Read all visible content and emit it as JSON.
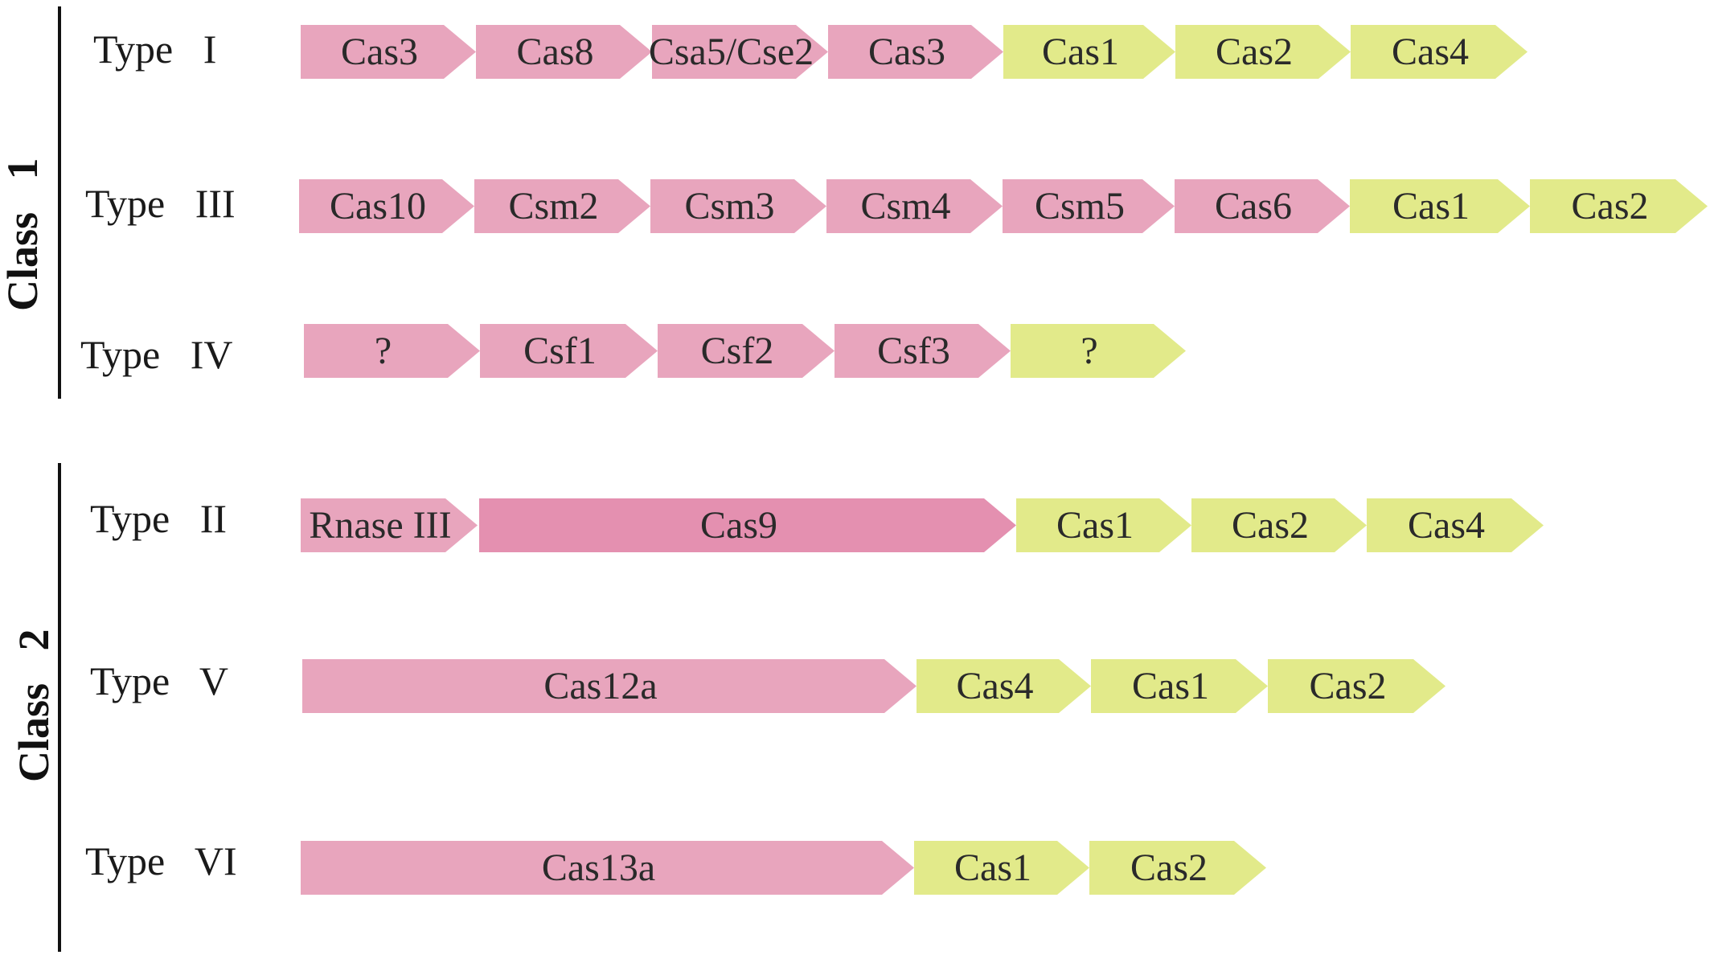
{
  "colors": {
    "effector": "#e8a5bd",
    "effector_strong": "#e490b0",
    "adaptation": "#e2ea8a",
    "line": "#111111"
  },
  "classes": [
    {
      "label": "Class   1",
      "types": [
        {
          "label": "Type   I",
          "genes": [
            {
              "name": "Cas3",
              "group": "effector"
            },
            {
              "name": "Cas8",
              "group": "effector"
            },
            {
              "name": "Csa5/Cse2",
              "group": "effector"
            },
            {
              "name": "Cas3",
              "group": "effector"
            },
            {
              "name": "Cas1",
              "group": "adaptation"
            },
            {
              "name": "Cas2",
              "group": "adaptation"
            },
            {
              "name": "Cas4",
              "group": "adaptation"
            }
          ]
        },
        {
          "label": "Type   III",
          "genes": [
            {
              "name": "Cas10",
              "group": "effector"
            },
            {
              "name": "Csm2",
              "group": "effector"
            },
            {
              "name": "Csm3",
              "group": "effector"
            },
            {
              "name": "Csm4",
              "group": "effector"
            },
            {
              "name": "Csm5",
              "group": "effector"
            },
            {
              "name": "Cas6",
              "group": "effector"
            },
            {
              "name": "Cas1",
              "group": "adaptation"
            },
            {
              "name": "Cas2",
              "group": "adaptation"
            }
          ]
        },
        {
          "label": "Type   IV",
          "genes": [
            {
              "name": "?",
              "group": "effector"
            },
            {
              "name": "Csf1",
              "group": "effector"
            },
            {
              "name": "Csf2",
              "group": "effector"
            },
            {
              "name": "Csf3",
              "group": "effector"
            },
            {
              "name": "?",
              "group": "adaptation"
            }
          ]
        }
      ]
    },
    {
      "label": "Class   2",
      "types": [
        {
          "label": "Type   II",
          "genes": [
            {
              "name": "Rnase   III",
              "group": "effector"
            },
            {
              "name": "Cas9",
              "group": "effector_strong"
            },
            {
              "name": "Cas1",
              "group": "adaptation"
            },
            {
              "name": "Cas2",
              "group": "adaptation"
            },
            {
              "name": "Cas4",
              "group": "adaptation"
            }
          ]
        },
        {
          "label": "Type   V",
          "genes": [
            {
              "name": "Cas12a",
              "group": "effector"
            },
            {
              "name": "Cas4",
              "group": "adaptation"
            },
            {
              "name": "Cas1",
              "group": "adaptation"
            },
            {
              "name": "Cas2",
              "group": "adaptation"
            }
          ]
        },
        {
          "label": "Type   VI",
          "genes": [
            {
              "name": "Cas13a",
              "group": "effector"
            },
            {
              "name": "Cas1",
              "group": "adaptation"
            },
            {
              "name": "Cas2",
              "group": "adaptation"
            }
          ]
        }
      ]
    }
  ]
}
